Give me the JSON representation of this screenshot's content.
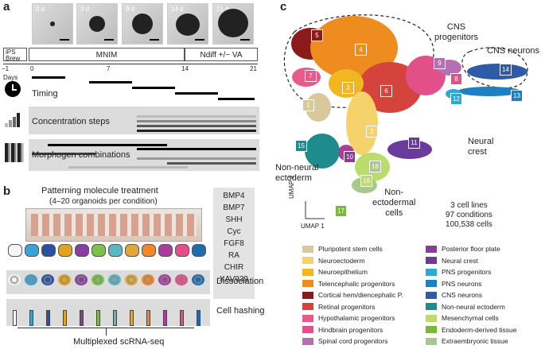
{
  "panel_a": {
    "letter": "a",
    "images": [
      {
        "day": "0 d"
      },
      {
        "day": "3 d"
      },
      {
        "day": "9 d"
      },
      {
        "day": "14 d"
      },
      {
        "day": "21 d"
      }
    ],
    "media": {
      "ips": "iPS",
      "brew": "Brew",
      "mnim": "MNIM",
      "ndiff": "Ndiff +/− VA"
    },
    "axis": {
      "days_label": "Days",
      "ticks": [
        "−1",
        "0",
        "7",
        "14",
        "21"
      ]
    },
    "rows": [
      "Timing",
      "Concentration steps",
      "Morphogen combinations"
    ]
  },
  "panel_b": {
    "letter": "b",
    "title": "Patterning molecule treatment",
    "subtitle": "(4–20 organoids per condition)",
    "molecules": [
      "BMP4",
      "BMP7",
      "SHH",
      "Cyc",
      "FGF8",
      "RA",
      "CHIR",
      "XAV939"
    ],
    "step_dissociation": "Dissociation",
    "step_hashing": "Cell hashing",
    "output": "Multiplexed scRNA-seq",
    "organoid_colors": [
      "#f5f5f5",
      "#3aa3d6",
      "#2b4fa1",
      "#e3a31d",
      "#8a3da0",
      "#7cc24a",
      "#5bb6c2",
      "#e0a83b",
      "#f2862c",
      "#a93e9a",
      "#e74c8c",
      "#1f6bb0"
    ]
  },
  "panel_c": {
    "letter": "c",
    "cluster_labels": {
      "cns_progenitors": "CNS\nprogenitors",
      "cns_neurons": "CNS neurons",
      "neural_crest": "Neural\ncrest",
      "non_neural": "Non-neural\nectoderm",
      "non_ecto": "Non-\nectodermal\ncells"
    },
    "axes": {
      "umap1": "UMAP 1",
      "umap2": "UMAP 2"
    },
    "stats": [
      "3 cell lines",
      "97 conditions",
      "100,538 cells"
    ],
    "numbers": [
      "1",
      "2",
      "3",
      "4",
      "5",
      "6",
      "7",
      "8",
      "9",
      "10",
      "11",
      "12",
      "13",
      "14",
      "15",
      "16",
      "17",
      "18"
    ],
    "legend": [
      {
        "label": "Pluripotent stem cells",
        "color": "#d8c89b"
      },
      {
        "label": "Neuroectoderm",
        "color": "#f5d36a"
      },
      {
        "label": "Neuroepithelium",
        "color": "#f0b722"
      },
      {
        "label": "Telencephalic progenitors",
        "color": "#ee8c1f"
      },
      {
        "label": "Cortical hem/diencephalic P.",
        "color": "#8b1a1a"
      },
      {
        "label": "Retinal progenitors",
        "color": "#d5433d"
      },
      {
        "label": "Hypothalamic progenitors",
        "color": "#e85a8a"
      },
      {
        "label": "Hindbrain progenitors",
        "color": "#e2508a"
      },
      {
        "label": "Spinal cord progenitors",
        "color": "#b76fb4"
      },
      {
        "label": "Posterior floor plate",
        "color": "#8a3d96"
      },
      {
        "label": "Neural crest",
        "color": "#6a3a9c"
      },
      {
        "label": "PNS progenitors",
        "color": "#2ca9d3"
      },
      {
        "label": "PNS neurons",
        "color": "#1f7fc0"
      },
      {
        "label": "CNS neurons",
        "color": "#2e5aa8"
      },
      {
        "label": "Non-neural ectoderm",
        "color": "#1e8c8c"
      },
      {
        "label": "Mesenchymal cells",
        "color": "#b9dc6a"
      },
      {
        "label": "Endoderm-derived tissue",
        "color": "#7ab83a"
      },
      {
        "label": "Extraembryonic tissue",
        "color": "#a8c98a"
      }
    ]
  }
}
